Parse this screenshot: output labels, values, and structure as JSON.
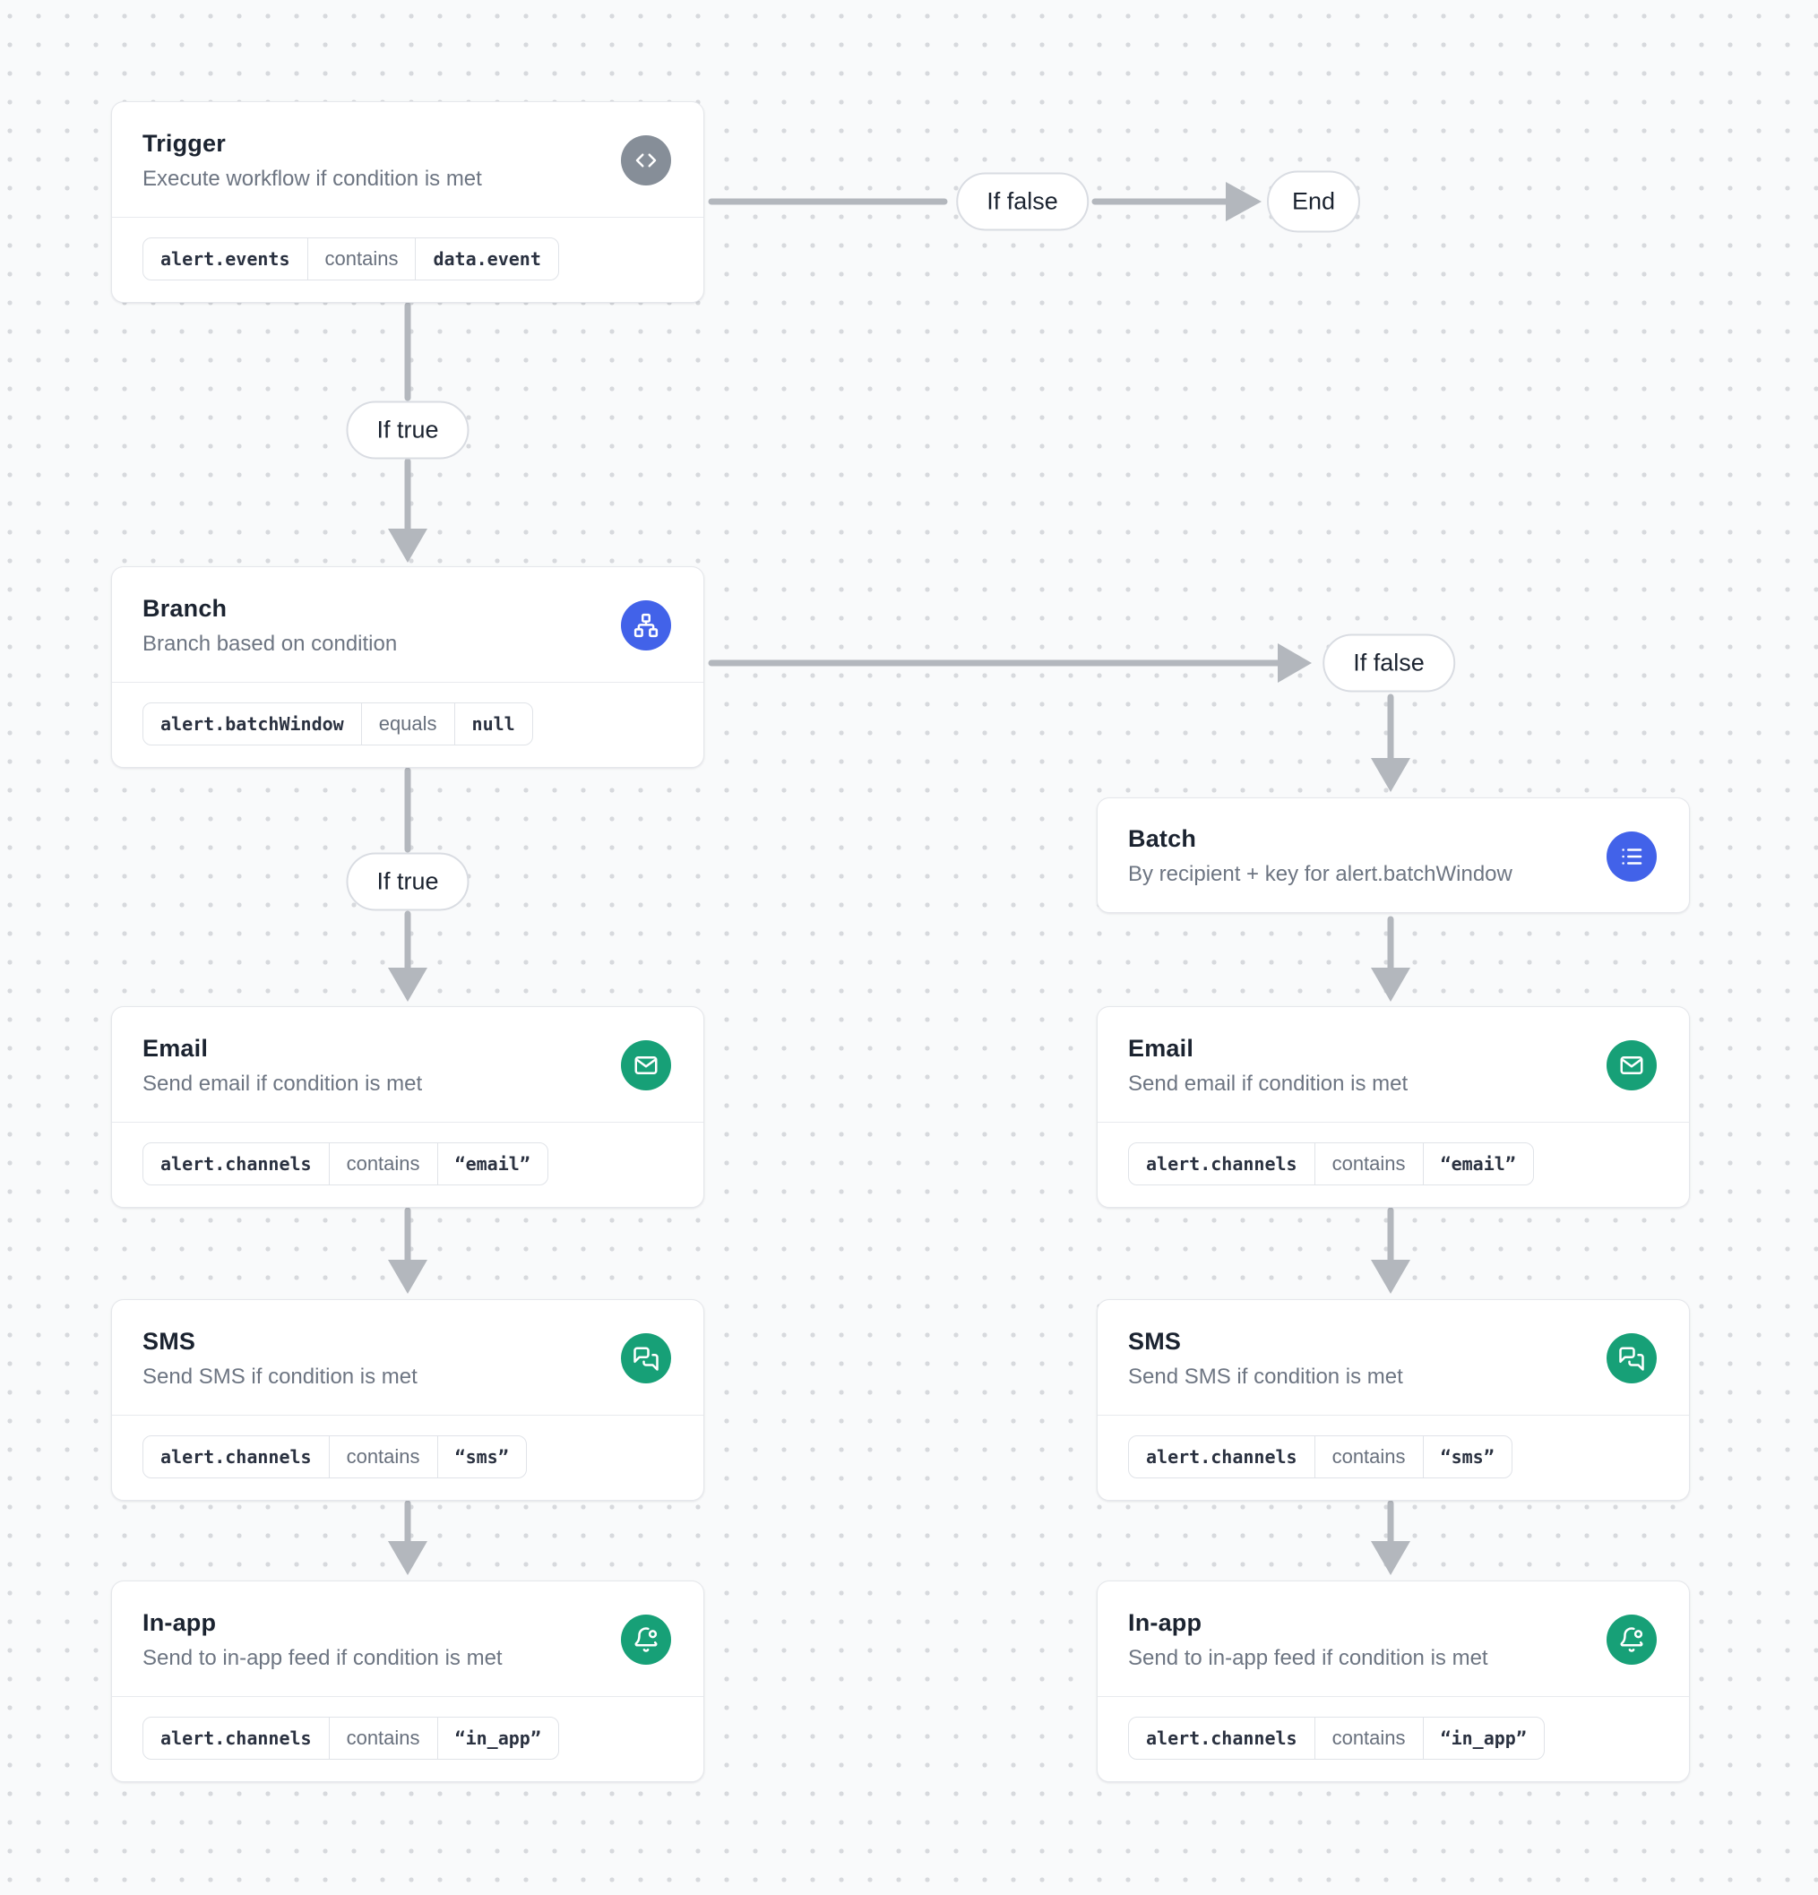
{
  "colors": {
    "background": "#f9fafb",
    "dot_grid": "#d7d9dd",
    "arrow": "#b3b7bd",
    "card_background": "#ffffff",
    "card_border": "#e5e7eb",
    "title_text": "#1b2330",
    "subtitle_text": "#6d7582",
    "chip_border": "#e0e3e8",
    "chip_code_text": "#2a3140",
    "chip_operator_text": "#68707d",
    "pill_border": "#d9dce2",
    "icon_gray": "#868e98",
    "icon_blue": "#4262e9",
    "icon_green": "#17a077"
  },
  "nodes": {
    "trigger": {
      "title": "Trigger",
      "subtitle": "Execute workflow if condition is met",
      "icon": "code-icon",
      "condition": {
        "field": "alert.events",
        "op": "contains",
        "value": "data.event"
      }
    },
    "branch": {
      "title": "Branch",
      "subtitle": "Branch based on condition",
      "icon": "branch-icon",
      "condition": {
        "field": "alert.batchWindow",
        "op": "equals",
        "value": "null"
      }
    },
    "batch": {
      "title": "Batch",
      "subtitle": "By recipient + key for alert.batchWindow",
      "icon": "list-icon"
    },
    "email": {
      "title": "Email",
      "subtitle": "Send email if condition is met",
      "icon": "envelope-icon",
      "condition": {
        "field": "alert.channels",
        "op": "contains",
        "value": "“email”"
      }
    },
    "sms": {
      "title": "SMS",
      "subtitle": "Send SMS if condition is met",
      "icon": "chat-icon",
      "condition": {
        "field": "alert.channels",
        "op": "contains",
        "value": "“sms”"
      }
    },
    "inapp": {
      "title": "In-app",
      "subtitle": "Send to in-app feed if condition is met",
      "icon": "bell-icon",
      "condition": {
        "field": "alert.channels",
        "op": "contains",
        "value": "“in_app”"
      }
    }
  },
  "edge_labels": {
    "if_true": "If true",
    "if_false": "If false",
    "end": "End"
  }
}
